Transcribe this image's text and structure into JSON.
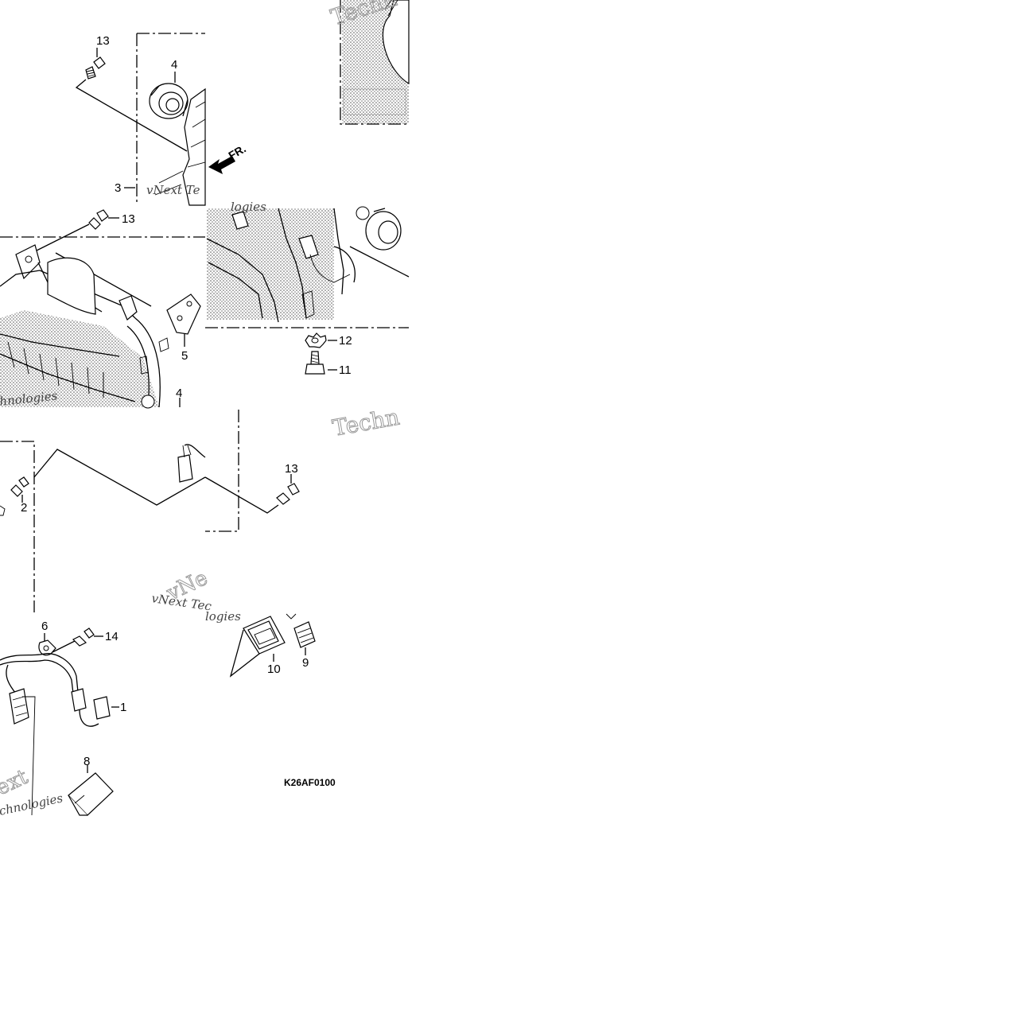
{
  "diagram": {
    "callouts": {
      "c13a": "13",
      "c4a": "4",
      "c3": "3",
      "c13b": "13",
      "c5": "5",
      "c4b": "4",
      "c12": "12",
      "c11": "11",
      "c2": "2",
      "c13c": "13",
      "c6": "6",
      "c14": "14",
      "c1": "1",
      "c8": "8",
      "c10": "10",
      "c9": "9"
    },
    "direction_label": "FR.",
    "diagram_code": "K26AF0100",
    "watermarks": {
      "w1": "Techn",
      "w2": "vNext Te",
      "w3": "logies",
      "w4": "Techn",
      "w5": "vNext Tec",
      "w6": "logies",
      "w7": "vNe",
      "w8": "hnologies",
      "w9": "ext",
      "w10": "chnologies"
    }
  }
}
